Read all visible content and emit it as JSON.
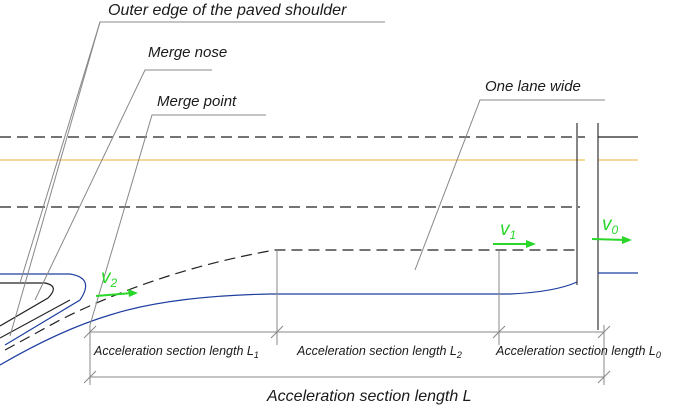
{
  "labels": {
    "outer_edge": "Outer edge of the paved shoulder",
    "merge_nose": "Merge nose",
    "merge_point": "Merge point",
    "one_lane_wide": "One lane wide",
    "accel_total": "Acceleration section length L",
    "accel_L1": {
      "text": "Acceleration section length L",
      "sub": "1"
    },
    "accel_L2": {
      "text": "Acceleration section length L",
      "sub": "2"
    },
    "accel_L0": {
      "text": "Acceleration section length L",
      "sub": "0"
    }
  },
  "velocities": {
    "v0": {
      "text": "v",
      "sub": "0"
    },
    "v1": {
      "text": "v",
      "sub": "1"
    },
    "v2": {
      "text": "v",
      "sub": "2"
    }
  },
  "colors": {
    "lane_edge": "#1f3fa0",
    "center_line": "#f2b233",
    "velocity": "#2bd62b",
    "line": "#222222",
    "leader": "#888888"
  }
}
